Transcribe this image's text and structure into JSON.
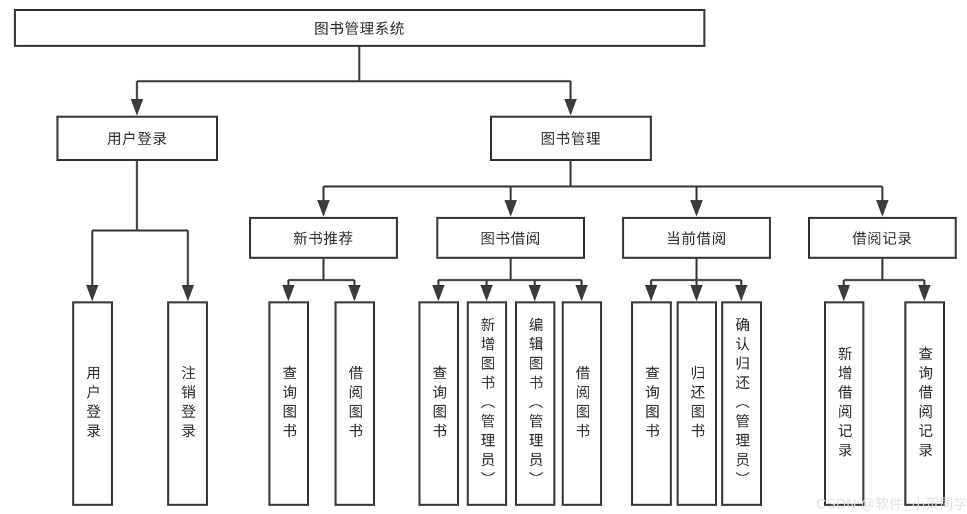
{
  "tree": {
    "root": "图书管理系统",
    "children": [
      {
        "label": "用户登录",
        "children": [
          "用户登录",
          "注销登录"
        ]
      },
      {
        "label": "图书管理",
        "children": [
          {
            "label": "新书推荐",
            "children": [
              "查询图书",
              "借阅图书"
            ]
          },
          {
            "label": "图书借阅",
            "children": [
              "查询图书",
              "新增图书（管理员）",
              "编辑图书（管理员）",
              "借阅图书"
            ]
          },
          {
            "label": "当前借阅",
            "children": [
              "查询图书",
              "归还图书",
              "确认归还（管理员）"
            ]
          },
          {
            "label": "借阅记录",
            "children": [
              "新增借阅记录",
              "查询借阅记录"
            ]
          }
        ]
      }
    ]
  },
  "watermark": "CSDN @软件_小贺同学",
  "colors": {
    "line": "#3c3c3c",
    "text": "#2d2d2d",
    "background": "#ffffff",
    "watermark": "#dfdfdf"
  }
}
